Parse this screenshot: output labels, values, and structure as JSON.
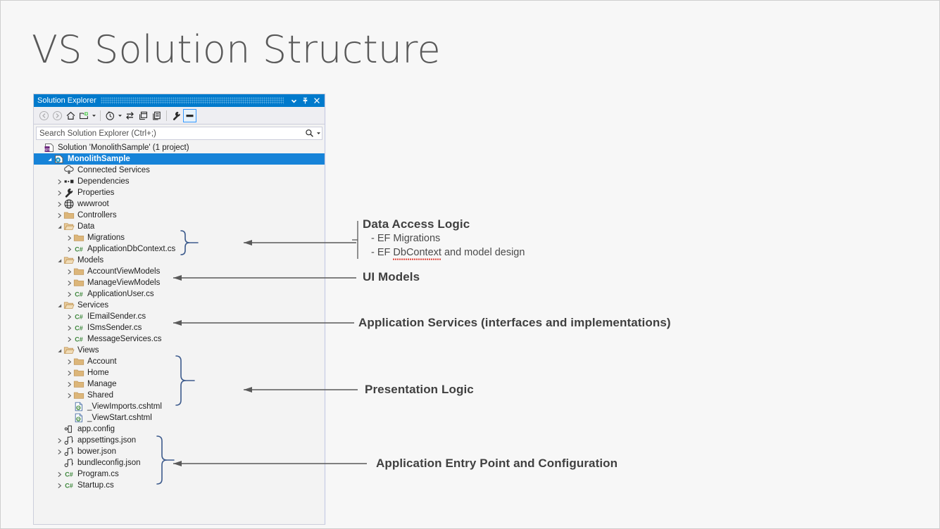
{
  "slide": {
    "title": "VS Solution Structure",
    "background": "#f7f7f7"
  },
  "colors": {
    "title_bar": "#007acc",
    "selection": "#1683d8",
    "brace": "#3c5a8c",
    "arrow": "#595959",
    "folder": "#dcb67a",
    "csharp": "#3c873a",
    "spell_error": "#e03a2f"
  },
  "solution_explorer": {
    "title": "Solution Explorer",
    "window_buttons": [
      {
        "name": "window-menu-chevron",
        "glyph": "chevron-down-icon"
      },
      {
        "name": "auto-hide-pin",
        "glyph": "pin-icon"
      },
      {
        "name": "close",
        "glyph": "close-icon"
      }
    ],
    "toolbar": [
      {
        "name": "back-button",
        "icon": "back-arrow-icon",
        "state": "disabled",
        "dropdown": false
      },
      {
        "name": "forward-button",
        "icon": "forward-arrow-icon",
        "state": "disabled",
        "dropdown": false
      },
      {
        "name": "home-button",
        "icon": "home-icon",
        "state": "normal",
        "dropdown": false
      },
      {
        "name": "switch-views-button",
        "icon": "switch-views-icon",
        "state": "normal",
        "dropdown": true
      },
      {
        "name": "separator-1",
        "icon": "separator",
        "state": "sep",
        "dropdown": false
      },
      {
        "name": "pending-changes-filter-button",
        "icon": "pending-changes-icon",
        "state": "normal",
        "dropdown": true
      },
      {
        "name": "sync-with-active-document-button",
        "icon": "sync-icon",
        "state": "normal",
        "dropdown": false
      },
      {
        "name": "refresh-button",
        "icon": "refresh-icon",
        "state": "normal",
        "dropdown": false
      },
      {
        "name": "collapse-all-button",
        "icon": "collapse-all-icon",
        "state": "normal",
        "dropdown": false
      },
      {
        "name": "separator-2",
        "icon": "separator",
        "state": "sep",
        "dropdown": false
      },
      {
        "name": "properties-button",
        "icon": "wrench-icon",
        "state": "normal",
        "dropdown": false
      },
      {
        "name": "preview-selected-items-button",
        "icon": "minus-icon",
        "state": "active",
        "dropdown": false
      }
    ],
    "search": {
      "placeholder": "Search Solution Explorer (Ctrl+;)",
      "icon": "search-icon",
      "dropdown_icon": "chevron-down-icon"
    },
    "tree": [
      {
        "id": "solution",
        "label": "Solution 'MonolithSample' (1 project)",
        "depth": 0,
        "expander": "none",
        "icon": "solution-icon",
        "selected": false
      },
      {
        "id": "project",
        "label": "MonolithSample",
        "depth": 1,
        "expander": "open",
        "icon": "project-icon",
        "selected": true
      },
      {
        "id": "connected-services",
        "label": "Connected Services",
        "depth": 2,
        "expander": "none",
        "icon": "connected-services-icon",
        "selected": false
      },
      {
        "id": "dependencies",
        "label": "Dependencies",
        "depth": 2,
        "expander": "closed",
        "icon": "dependencies-icon",
        "selected": false
      },
      {
        "id": "properties",
        "label": "Properties",
        "depth": 2,
        "expander": "closed",
        "icon": "wrench-icon",
        "selected": false
      },
      {
        "id": "wwwroot",
        "label": "wwwroot",
        "depth": 2,
        "expander": "closed",
        "icon": "globe-icon",
        "selected": false
      },
      {
        "id": "controllers",
        "label": "Controllers",
        "depth": 2,
        "expander": "closed",
        "icon": "folder-icon",
        "selected": false
      },
      {
        "id": "data",
        "label": "Data",
        "depth": 2,
        "expander": "open",
        "icon": "folder-open-icon",
        "selected": false
      },
      {
        "id": "migrations",
        "label": "Migrations",
        "depth": 3,
        "expander": "closed",
        "icon": "folder-icon",
        "selected": false
      },
      {
        "id": "applicationdbcontext",
        "label": "ApplicationDbContext.cs",
        "depth": 3,
        "expander": "closed",
        "icon": "csharp-icon",
        "selected": false
      },
      {
        "id": "models",
        "label": "Models",
        "depth": 2,
        "expander": "open",
        "icon": "folder-open-icon",
        "selected": false
      },
      {
        "id": "accountviewmodels",
        "label": "AccountViewModels",
        "depth": 3,
        "expander": "closed",
        "icon": "folder-icon",
        "selected": false
      },
      {
        "id": "manageviewmodels",
        "label": "ManageViewModels",
        "depth": 3,
        "expander": "closed",
        "icon": "folder-icon",
        "selected": false
      },
      {
        "id": "applicationuser",
        "label": "ApplicationUser.cs",
        "depth": 3,
        "expander": "closed",
        "icon": "csharp-icon",
        "selected": false
      },
      {
        "id": "services",
        "label": "Services",
        "depth": 2,
        "expander": "open",
        "icon": "folder-open-icon",
        "selected": false
      },
      {
        "id": "iemailsender",
        "label": "IEmailSender.cs",
        "depth": 3,
        "expander": "closed",
        "icon": "csharp-icon",
        "selected": false
      },
      {
        "id": "ismssender",
        "label": "ISmsSender.cs",
        "depth": 3,
        "expander": "closed",
        "icon": "csharp-icon",
        "selected": false
      },
      {
        "id": "messageservices",
        "label": "MessageServices.cs",
        "depth": 3,
        "expander": "closed",
        "icon": "csharp-icon",
        "selected": false
      },
      {
        "id": "views",
        "label": "Views",
        "depth": 2,
        "expander": "open",
        "icon": "folder-open-icon",
        "selected": false
      },
      {
        "id": "account",
        "label": "Account",
        "depth": 3,
        "expander": "closed",
        "icon": "folder-icon",
        "selected": false
      },
      {
        "id": "home",
        "label": "Home",
        "depth": 3,
        "expander": "closed",
        "icon": "folder-icon",
        "selected": false
      },
      {
        "id": "manage",
        "label": "Manage",
        "depth": 3,
        "expander": "closed",
        "icon": "folder-icon",
        "selected": false
      },
      {
        "id": "shared",
        "label": "Shared",
        "depth": 3,
        "expander": "closed",
        "icon": "folder-icon",
        "selected": false
      },
      {
        "id": "viewimports",
        "label": "_ViewImports.cshtml",
        "depth": 3,
        "expander": "none",
        "icon": "cshtml-icon",
        "selected": false
      },
      {
        "id": "viewstart",
        "label": "_ViewStart.cshtml",
        "depth": 3,
        "expander": "none",
        "icon": "cshtml-icon",
        "selected": false
      },
      {
        "id": "appconfig",
        "label": "app.config",
        "depth": 2,
        "expander": "none",
        "icon": "config-icon",
        "selected": false
      },
      {
        "id": "appsettings",
        "label": "appsettings.json",
        "depth": 2,
        "expander": "closed",
        "icon": "json-icon",
        "selected": false
      },
      {
        "id": "bower",
        "label": "bower.json",
        "depth": 2,
        "expander": "closed",
        "icon": "json-icon",
        "selected": false
      },
      {
        "id": "bundleconfig",
        "label": "bundleconfig.json",
        "depth": 2,
        "expander": "none",
        "icon": "json-icon",
        "selected": false
      },
      {
        "id": "program",
        "label": "Program.cs",
        "depth": 2,
        "expander": "closed",
        "icon": "csharp-icon",
        "selected": false
      },
      {
        "id": "startup",
        "label": "Startup.cs",
        "depth": 2,
        "expander": "closed",
        "icon": "csharp-icon",
        "selected": false
      }
    ]
  },
  "annotations": [
    {
      "id": "data-access-logic",
      "heading": "Data Access Logic",
      "bullets": [
        "- EF Migrations",
        "- EF DbContext and model design"
      ],
      "misspelled": "DbContext"
    },
    {
      "id": "ui-models",
      "heading": "UI Models",
      "bullets": []
    },
    {
      "id": "application-services",
      "heading": "Application Services (interfaces and implementations)",
      "bullets": []
    },
    {
      "id": "presentation-logic",
      "heading": "Presentation Logic",
      "bullets": []
    },
    {
      "id": "app-entry-point",
      "heading": "Application Entry Point and Configuration",
      "bullets": []
    }
  ]
}
